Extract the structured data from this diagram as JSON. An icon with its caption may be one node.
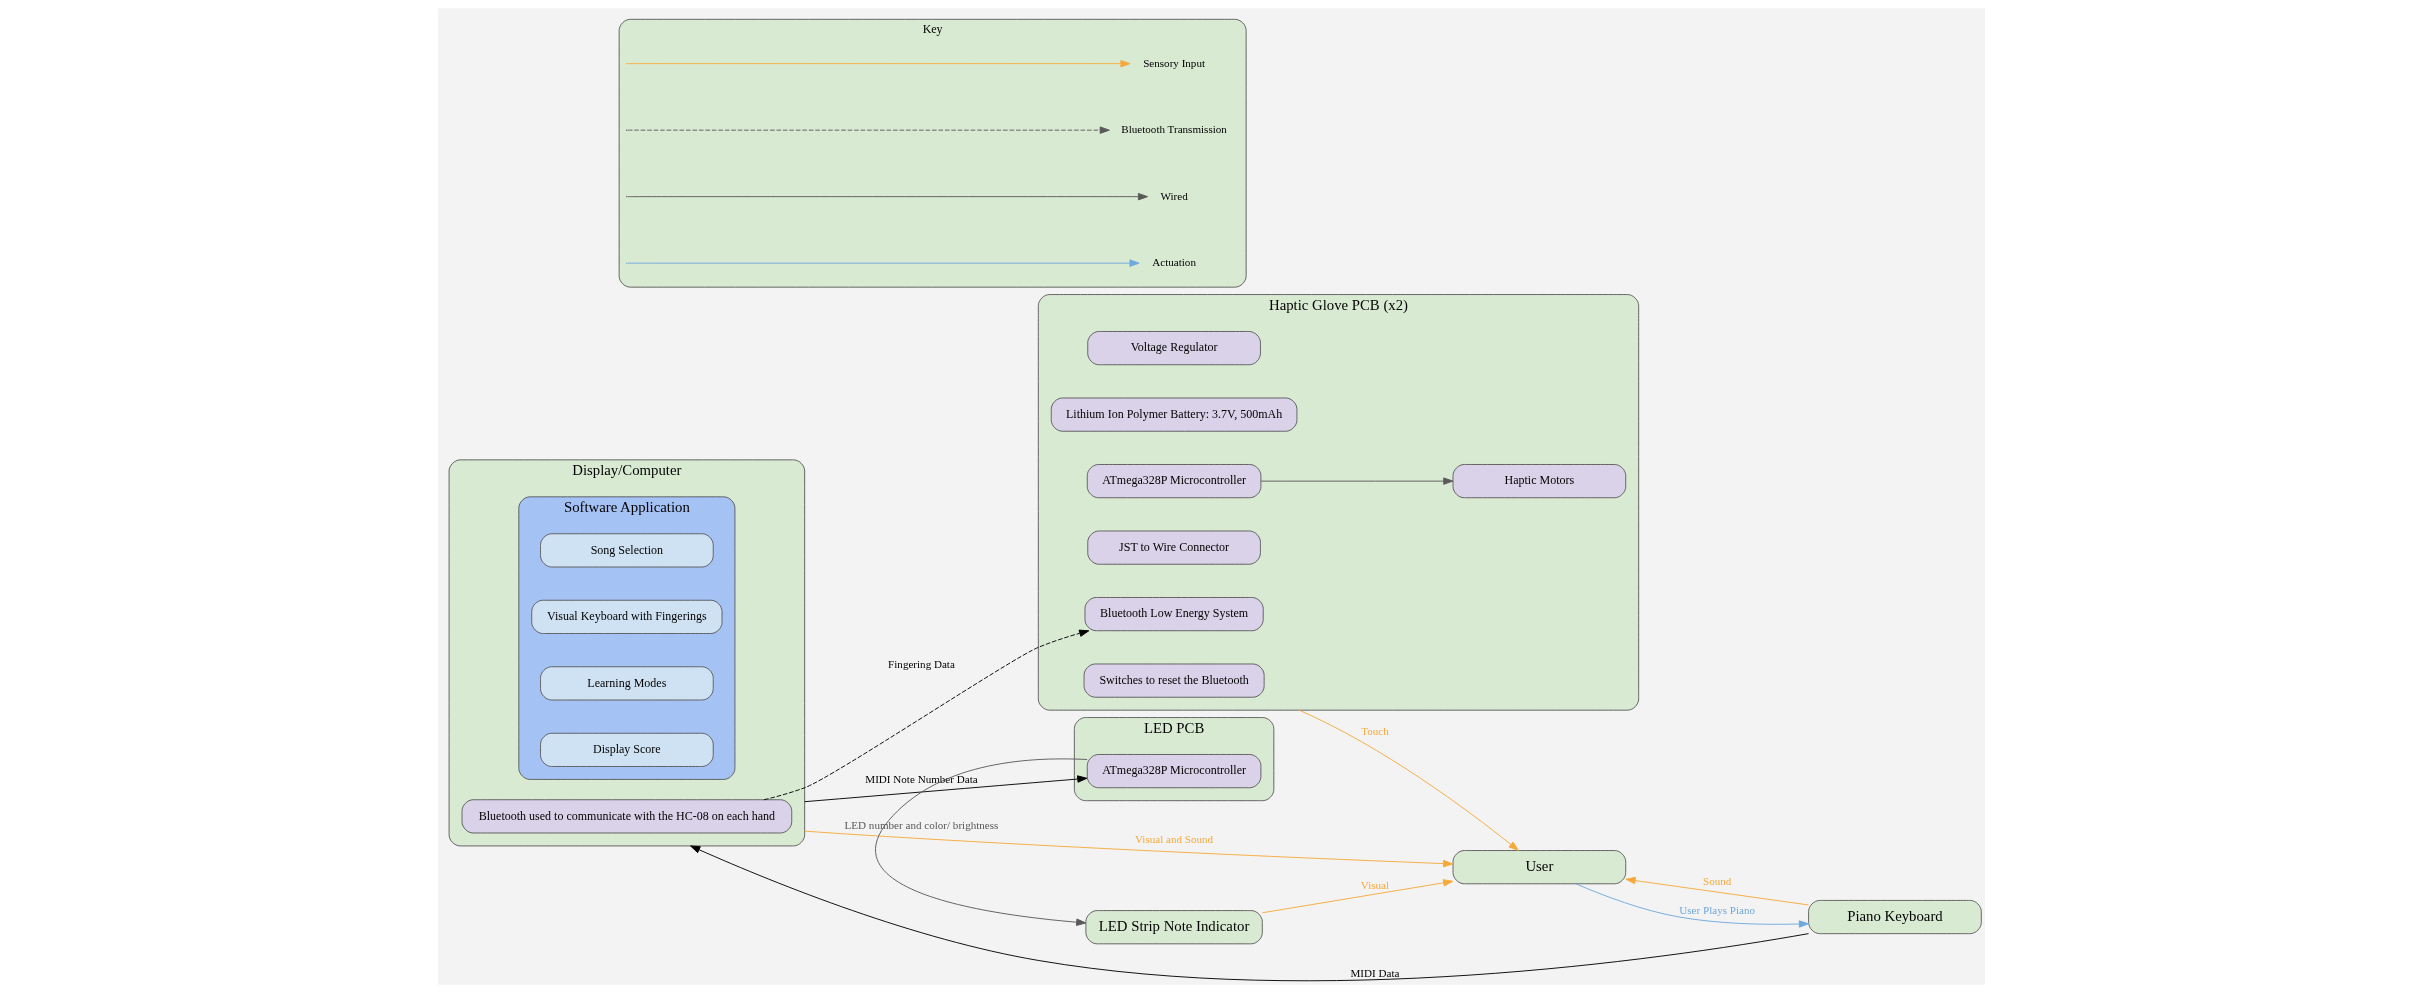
{
  "diagram": {
    "nodes": [
      {
        "text": [
          "User"
        ]
      },
      {
        "text": [
          "Display/Computer"
        ]
      },
      {
        "text": [
          "Software Application"
        ],
        "in": 1
      },
      {
        "text": [
          "Song Selection"
        ],
        "in": 2
      },
      {
        "text": [
          "Visual Keyboard with Fingerings"
        ],
        "in": 2
      },
      {
        "text": [
          "Learning Modes"
        ],
        "in": 2
      },
      {
        "text": [
          "Display Score"
        ],
        "in": 2
      },
      {
        "text": [
          "Bluetooth used to communicate with the HC-08 on each hand"
        ],
        "in": 1
      },
      {
        "text": [
          "LED PCB"
        ]
      },
      {
        "text": [
          "ATmega328P Microcontroller"
        ],
        "in": 8
      },
      {
        "text": [
          "Piano Keyboard"
        ]
      },
      {
        "text": [
          "LED Strip Note Indicator"
        ]
      },
      {
        "text": [
          "Haptic Glove PCB (x2)"
        ]
      },
      {
        "text": [
          "Voltage Regulator"
        ],
        "in": 12
      },
      {
        "text": [
          "Lithium Ion Polymer Battery: 3.7V, 500mAh"
        ],
        "in": 12
      },
      {
        "text": [
          "ATmega328P Microcontroller"
        ],
        "in": 12
      },
      {
        "text": [
          "Haptic Motors"
        ],
        "in": 12
      },
      {
        "text": [
          "JST to Wire Connector"
        ],
        "in": 12
      },
      {
        "text": [
          "Bluetooth Low Energy System"
        ],
        "in": 12
      },
      {
        "text": [
          "Switches to reset the Bluetooth"
        ],
        "in": 12
      },
      {
        "text": [
          "Key"
        ]
      }
    ],
    "edges": [
      {
        "from": 1,
        "to": 0,
        "arrow": "to",
        "label": "Visual and Sound",
        "color": "#f6a93b"
      },
      {
        "from": 10,
        "to": 0,
        "arrow": "to",
        "label": "Sound",
        "color": "#f6a93b"
      },
      {
        "from": 11,
        "to": 0,
        "arrow": "to",
        "label": "Visual",
        "color": "#f6a93b"
      },
      {
        "from": 12,
        "to": 0,
        "arrow": "to",
        "label": "Touch",
        "color": "#f6a93b"
      },
      {
        "from": 0,
        "to": 10,
        "arrow": "to",
        "label": "User Plays Piano",
        "color": "#6fa8dc"
      },
      {
        "from": 1,
        "to": 9,
        "arrow": "to",
        "label": "MIDI Note Number Data",
        "color": "#000000"
      },
      {
        "from": 9,
        "to": 11,
        "arrow": "to",
        "label": "LED number and color/ brightness",
        "color": "#595959"
      },
      {
        "from": 7,
        "to": 18,
        "arrow": "to",
        "label": "Fingering Data",
        "style": "dashed",
        "color": "#000000"
      },
      {
        "from": 10,
        "to": 1,
        "arrow": "to",
        "label": "MIDI Data",
        "color": "#000000"
      },
      {
        "from": 15,
        "to": 16,
        "arrow": "to",
        "color": "#595959"
      }
    ],
    "legend": [
      {
        "text": "Sensory Input"
      },
      {
        "text": "Bluetooth Transmission"
      },
      {
        "text": "Wired"
      },
      {
        "text": "Actuation"
      }
    ]
  }
}
